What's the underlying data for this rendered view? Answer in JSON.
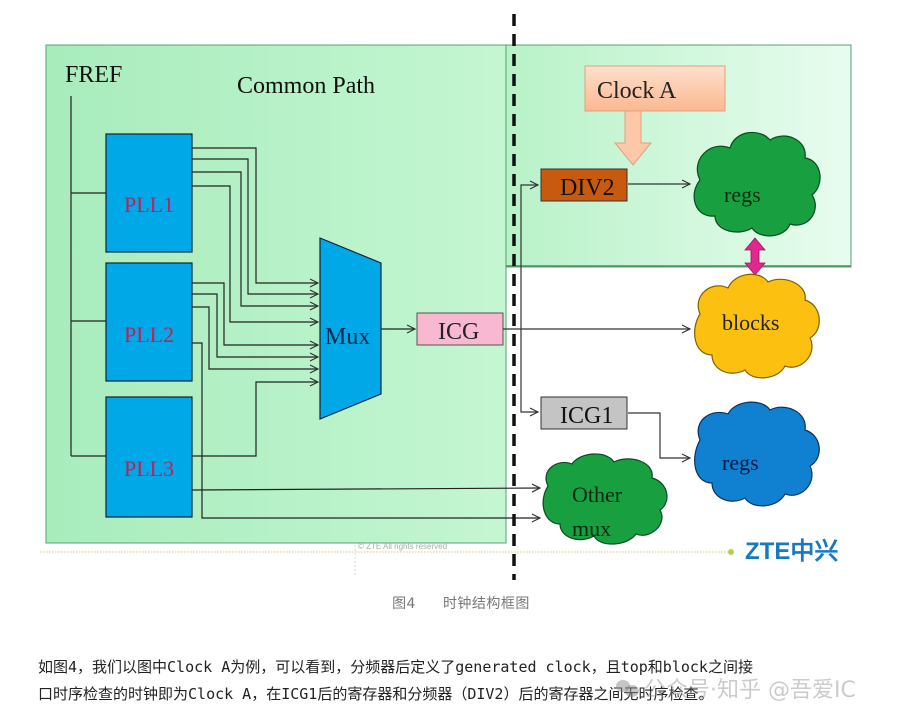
{
  "diagram": {
    "fref_label": "FREF",
    "common_path_label": "Common Path",
    "plls": [
      {
        "label": "PLL1"
      },
      {
        "label": "PLL2"
      },
      {
        "label": "PLL3"
      }
    ],
    "mux_label": "Mux",
    "icg_label": "ICG",
    "clock_a_label": "Clock A",
    "div2_label": "DIV2",
    "icg1_label": "ICG1",
    "clouds": {
      "regs_top": "regs",
      "blocks": "blocks",
      "regs_bottom": "regs",
      "other_mux_line1": "Other",
      "other_mux_line2": "mux"
    },
    "copyright": "© ZTE All rights reserved",
    "logo_text": "ZTE中兴",
    "colors": {
      "common_path_bg": "#b8f0c8",
      "pll_fill": "#00a8e8",
      "pll_text": "#c0205a",
      "mux_fill": "#00a8e8",
      "icg_fill": "#f8b8d0",
      "div2_fill": "#c85a10",
      "icg1_fill": "#c0c0c0",
      "clock_a_fill": "#fcc8a8",
      "regs_top_fill": "#18a040",
      "blocks_fill": "#fcc010",
      "regs_bottom_fill": "#1080d0",
      "other_mux_fill": "#18a040",
      "sync_arrow": "#e02890",
      "logo": "#1878c0"
    }
  },
  "caption": {
    "figure_number": "图4",
    "title": "时钟结构框图"
  },
  "paragraph": {
    "line1": "如图4，我们以图中Clock A为例，可以看到，分频器后定义了generated clock，且top和block之间接",
    "line2": "口时序检查的时钟即为Clock A，在ICG1后的寄存器和分频器（DIV2）后的寄存器之间无时序检查。"
  },
  "watermark": {
    "text": "公众号·知乎 @吾爱IC"
  }
}
